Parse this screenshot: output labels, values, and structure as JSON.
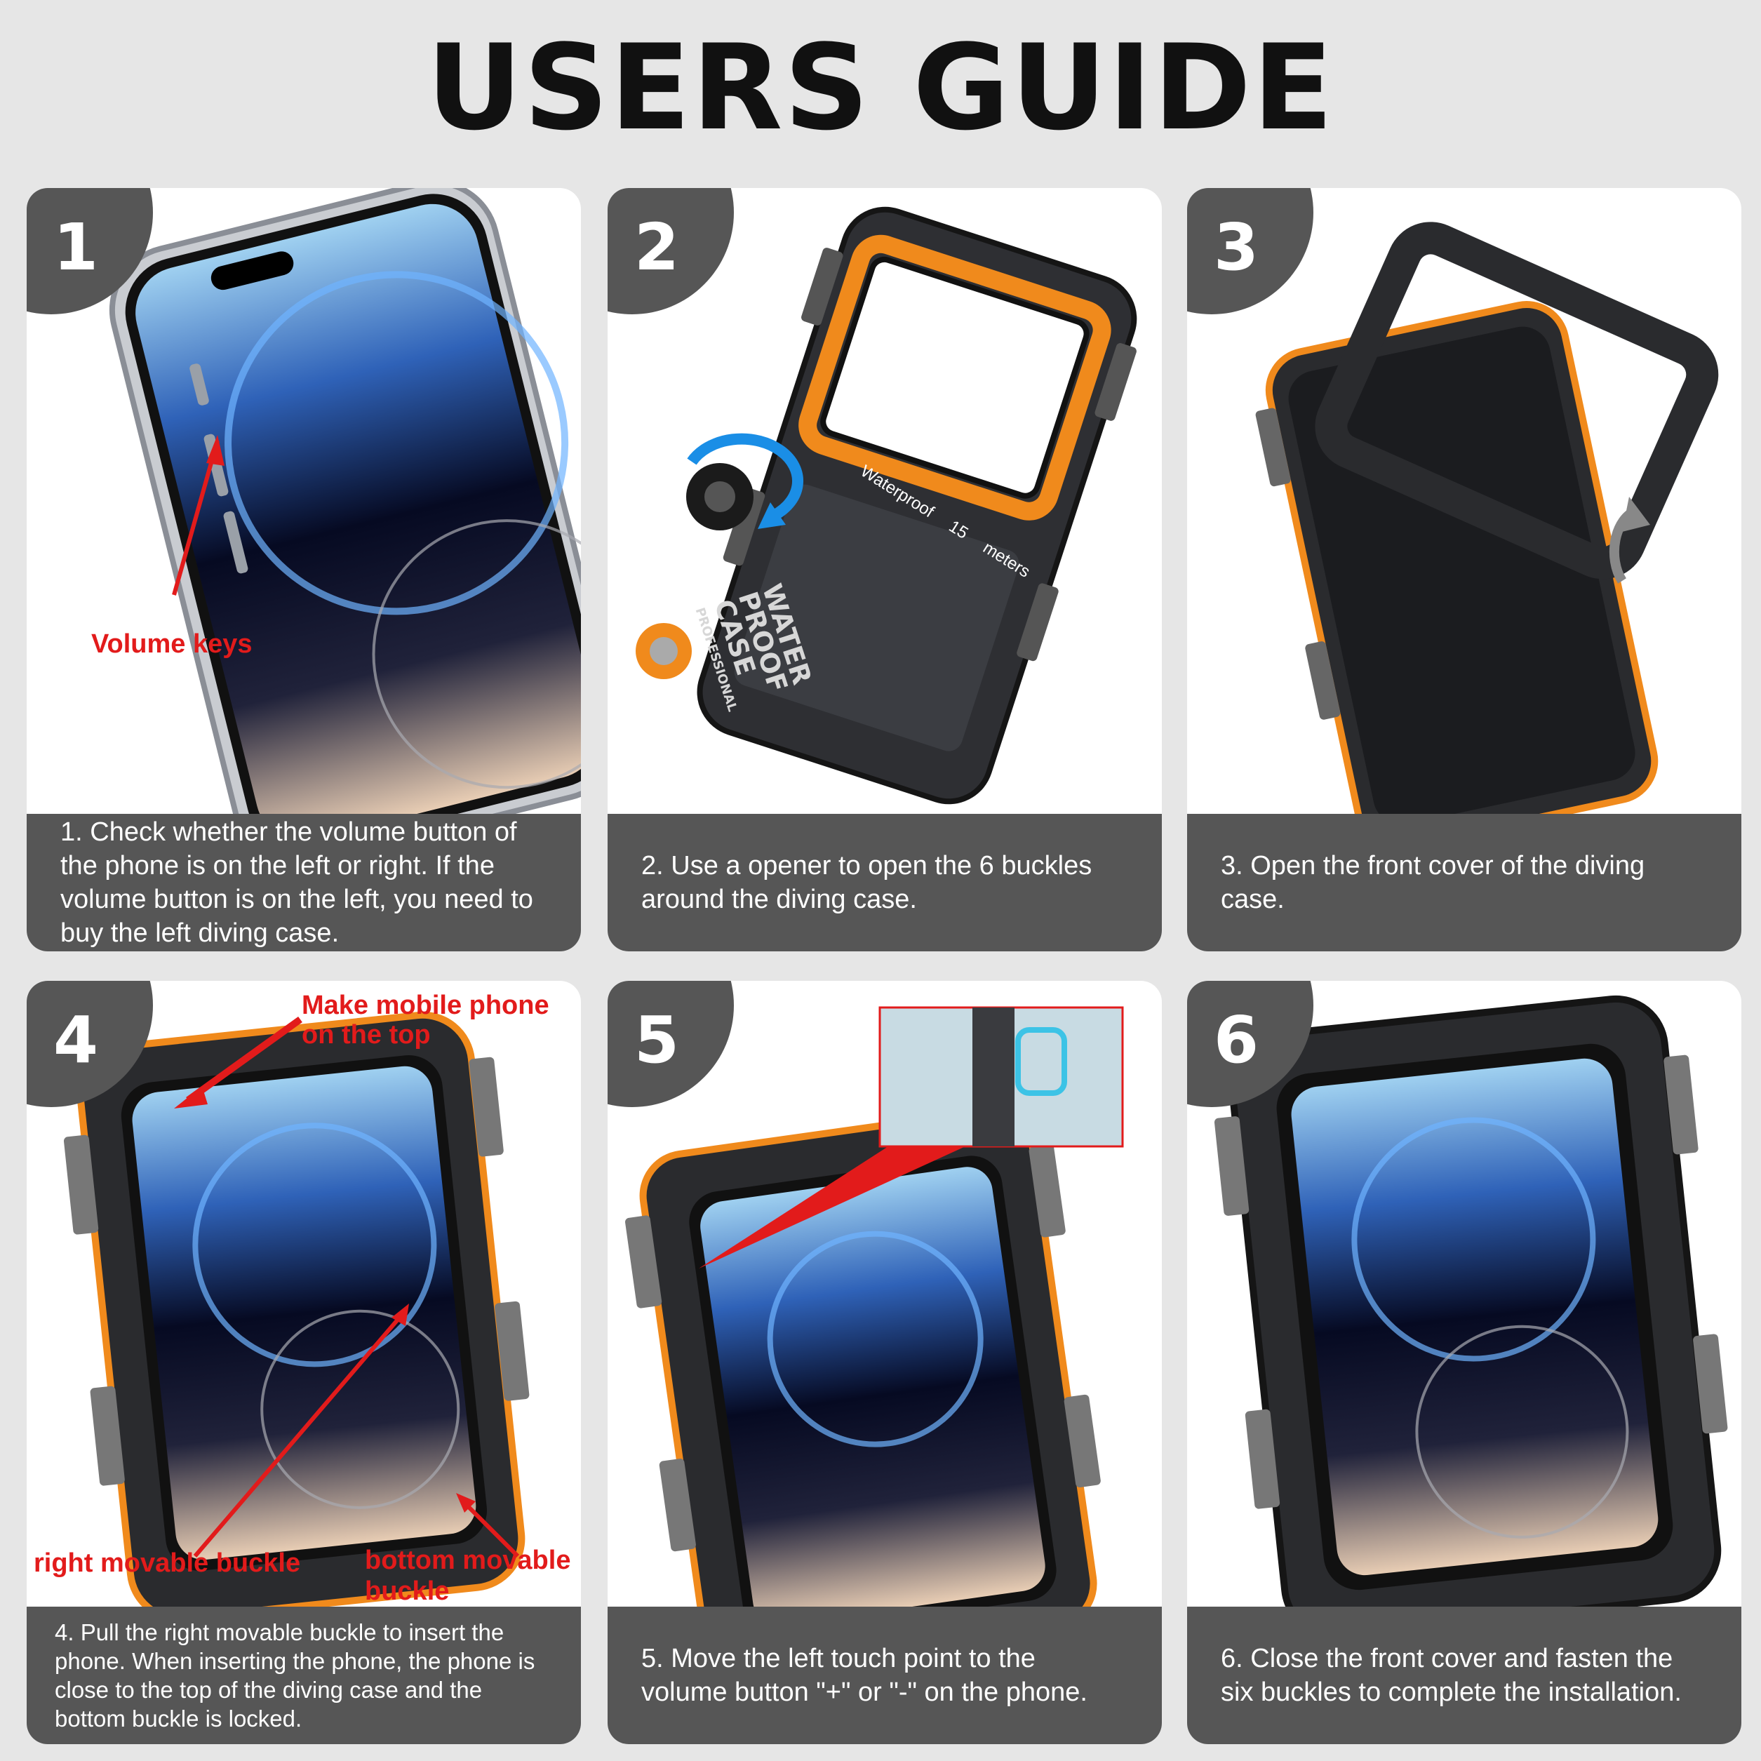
{
  "title": "USERS GUIDE",
  "steps": [
    {
      "number": "1",
      "caption": "1. Check whether the volume button of the phone is on the left or right. If the volume button is on the left, you need to buy the left diving case."
    },
    {
      "number": "2",
      "caption": "2. Use a opener to open the 6 buckles around the diving case."
    },
    {
      "number": "3",
      "caption": "3. Open the front cover of the diving case."
    },
    {
      "number": "4",
      "caption": "4. Pull the right movable buckle to insert the phone. When inserting the phone, the phone is close to the top of the diving case and the bottom buckle is locked."
    },
    {
      "number": "5",
      "caption": "5. Move the left touch point to the volume button \"+\" or \"-\" on the phone."
    },
    {
      "number": "6",
      "caption": "6. Close the front cover and fasten the six buckles to complete the installation."
    }
  ],
  "labels": {
    "volume_keys": "Volume keys",
    "waterproof": "Waterproof",
    "depth": "15",
    "meters": "meters",
    "case_word1": "WATER",
    "case_word2": "PROOF",
    "case_word3": "CASE",
    "case_word4": "PROFESSIONAL",
    "top_note_line1": "Make mobile phone",
    "top_note_line2": "on the top",
    "right_buckle": "right movable buckle",
    "bottom_buckle_line1": "bottom movable",
    "bottom_buckle_line2": "buckle"
  },
  "colors": {
    "badge": "#565656",
    "accent_orange": "#f08a1c",
    "annotation_red": "#e21b1b",
    "case_dark": "#2b2b2b"
  }
}
